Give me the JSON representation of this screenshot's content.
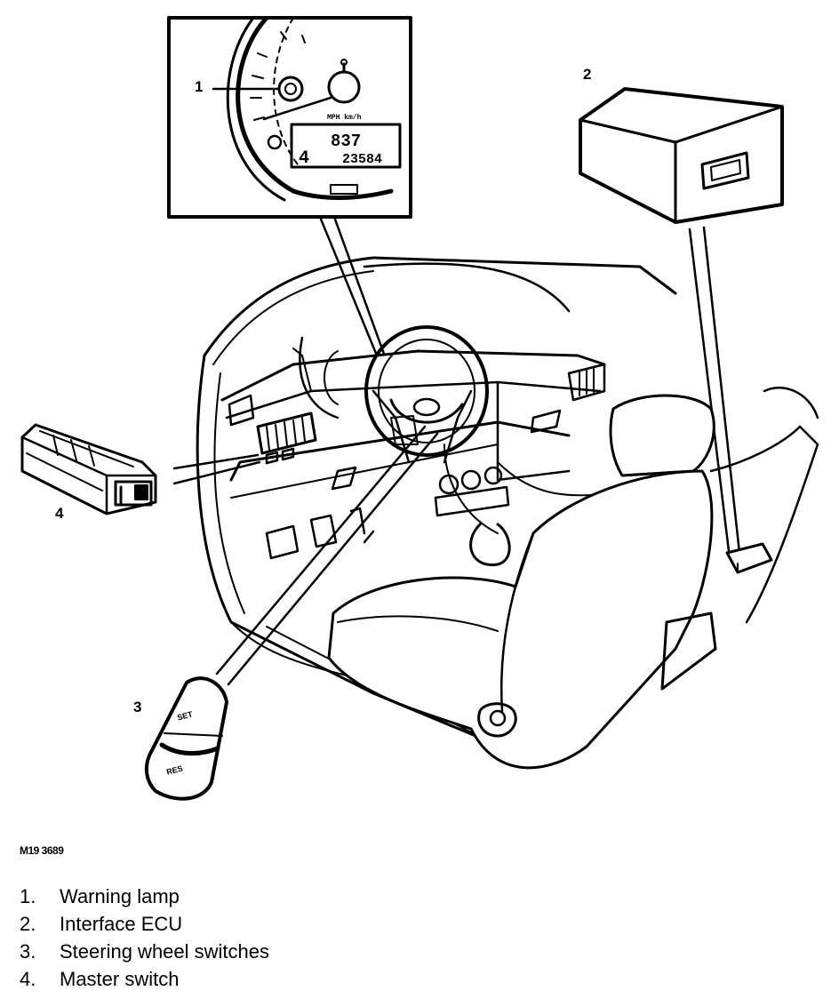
{
  "figure": {
    "callouts": [
      "1",
      "2",
      "3",
      "4"
    ],
    "reference": "M19 3689",
    "gauge": {
      "unit_label": "MPH km/h",
      "lcd_top": "837",
      "lcd_gear": "4",
      "lcd_odometer": "23584"
    },
    "switch_labels": [
      "SET",
      "RES"
    ]
  },
  "legend": [
    {
      "number": "1.",
      "label": "Warning lamp"
    },
    {
      "number": "2.",
      "label": "Interface ECU"
    },
    {
      "number": "3.",
      "label": "Steering wheel switches"
    },
    {
      "number": "4.",
      "label": "Master switch"
    }
  ]
}
